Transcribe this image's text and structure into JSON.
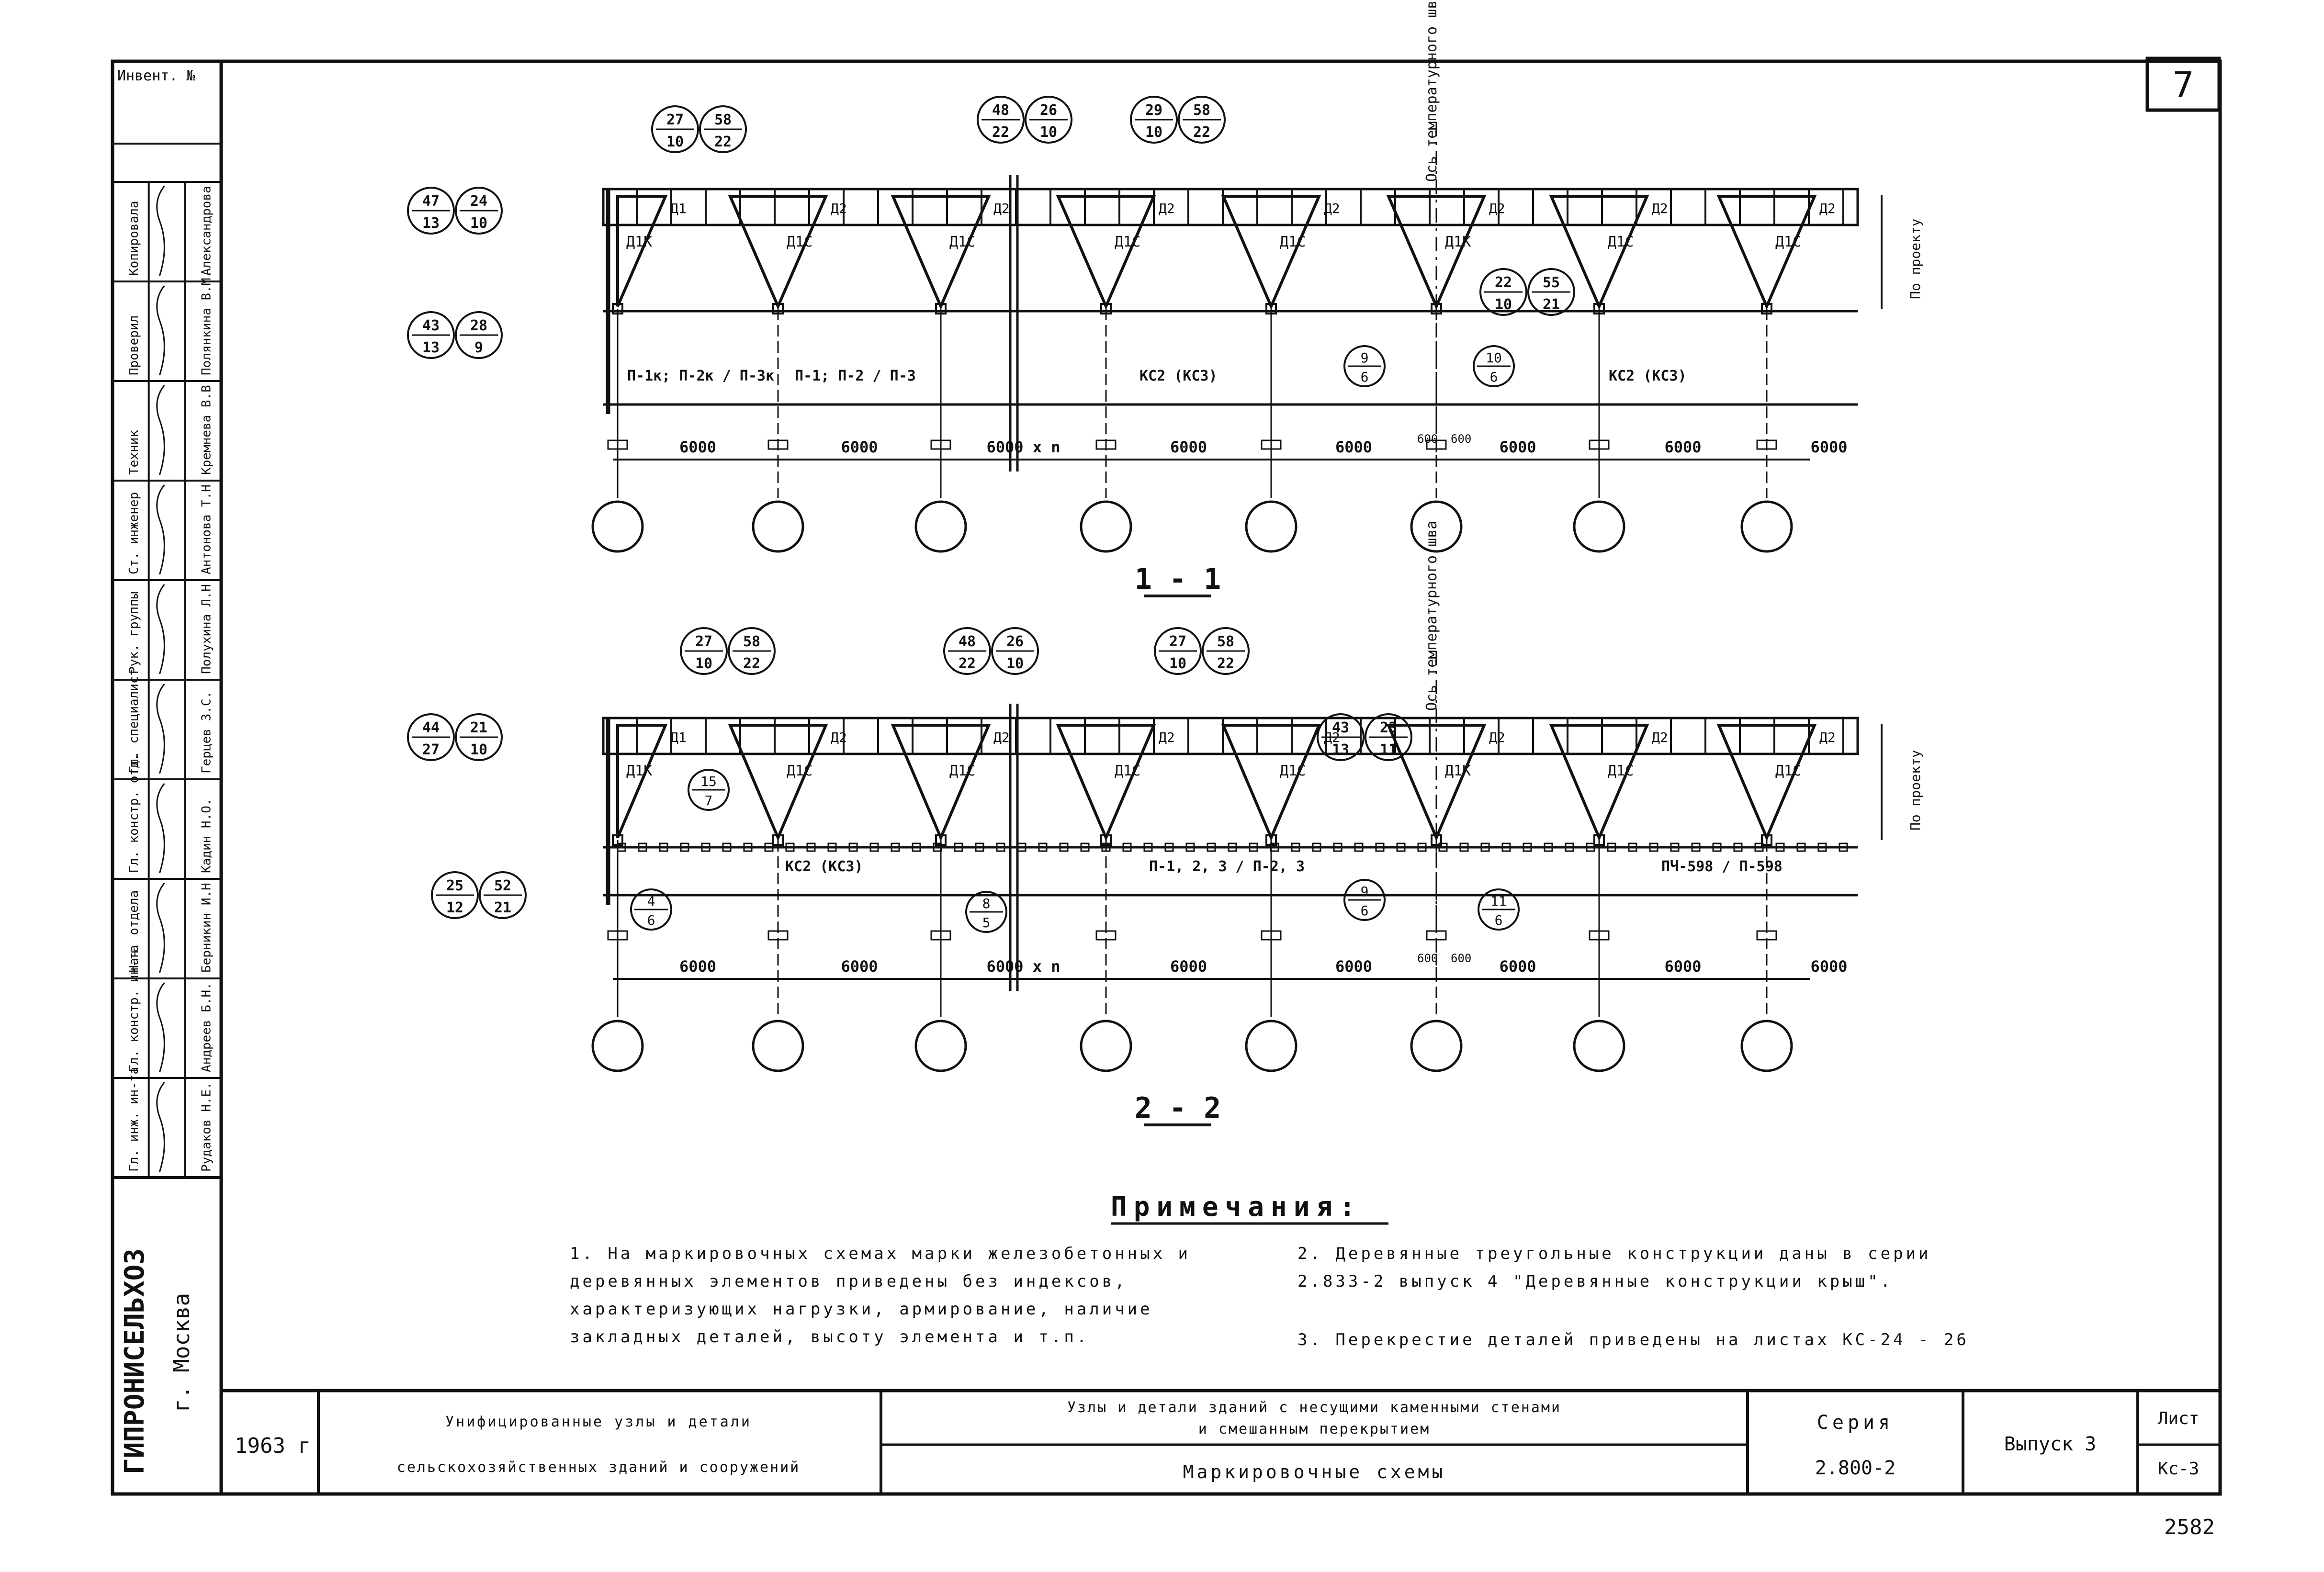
{
  "sheet_number": "7",
  "inventory_label": "Инвент. №",
  "organization": {
    "name": "ГИПРОНИСЕЛЬХОЗ",
    "city": "г. Москва"
  },
  "year": "1963 г",
  "stamp_roles": [
    {
      "role": "Гл. инж. ин-та",
      "surname": "Рудаков",
      "initials": "Н.Е."
    },
    {
      "role": "Гл. констр. ин-та",
      "surname": "Андреев",
      "initials": "Б.Н."
    },
    {
      "role": "Нач. отдела",
      "surname": "Берникин",
      "initials": "И.Н."
    },
    {
      "role": "Гл. констр. отд.",
      "surname": "Кадин",
      "initials": "Н.О."
    },
    {
      "role": "Гл. специалист",
      "surname": "Герцев",
      "initials": "З.С."
    },
    {
      "role": "Рук. группы",
      "surname": "Полухина",
      "initials": "Л.Н."
    },
    {
      "role": "Ст. инженер",
      "surname": "Антонова",
      "initials": "Т.Н."
    },
    {
      "role": "Техник",
      "surname": "Кремнева",
      "initials": "В.В."
    },
    {
      "role": "Проверил",
      "surname": "Полянкина",
      "initials": "В.М."
    },
    {
      "role": "Копировала",
      "surname": "Александрова",
      "initials": ""
    }
  ],
  "title_block": {
    "col1_line1": "Унифицированные узлы и детали",
    "col1_line2": "сельскохозяйственных зданий и сооружений",
    "col2_line1": "Узлы и детали зданий с несущими каменными стенами",
    "col2_line2": "и смешанным перекрытием",
    "sheet_title": "Маркировочные схемы",
    "series_label": "Серия",
    "series_value": "2.800-2",
    "issue": "Выпуск 3",
    "list_label": "Лист",
    "list_value": "Кс-3"
  },
  "sections": [
    {
      "cut_label": "1 - 1",
      "temp_joint_label": "Ось температурного шва",
      "height_label": "По проекту",
      "spans": [
        "6000",
        "6000",
        "6000 x n",
        "6000",
        "6000",
        "6000",
        "6000",
        "6000"
      ],
      "joint_dims": [
        "600",
        "600"
      ],
      "truss_labels": [
        "Д1К",
        "Д1С",
        "Д1С",
        "Д1С",
        "Д1С",
        "Д1К",
        "Д1С",
        "Д1С"
      ],
      "beam_labels": [
        "Д1",
        "Д2",
        "Д2",
        "Д2",
        "Д2",
        "Д2",
        "Д2",
        "Д2"
      ],
      "callouts": [
        {
          "top": "27",
          "bottom": "10"
        },
        {
          "top": "58",
          "bottom": "22"
        },
        {
          "top": "48",
          "bottom": "22"
        },
        {
          "top": "26",
          "bottom": "10"
        },
        {
          "top": "29",
          "bottom": "10"
        },
        {
          "top": "58",
          "bottom": "22"
        },
        {
          "top": "47",
          "bottom": "13"
        },
        {
          "top": "24",
          "bottom": "10"
        },
        {
          "top": "43",
          "bottom": "13"
        },
        {
          "top": "28",
          "bottom": "9"
        },
        {
          "top": "22",
          "bottom": "10"
        },
        {
          "top": "55",
          "bottom": "21"
        }
      ],
      "detail_marks": [
        {
          "top": "9",
          "bottom": "6"
        },
        {
          "top": "10",
          "bottom": "6"
        }
      ],
      "panel_labels": [
        "П-1к; П-2к / П-3к",
        "П-1; П-2 / П-3",
        "КС2 (КС3)",
        "КС2 (КС3)"
      ]
    },
    {
      "cut_label": "2 - 2",
      "temp_joint_label": "Ось температурного шва",
      "height_label": "По проекту",
      "spans": [
        "6000",
        "6000",
        "6000 x n",
        "6000",
        "6000",
        "6000",
        "6000",
        "6000"
      ],
      "joint_dims": [
        "600",
        "600"
      ],
      "truss_labels": [
        "Д1К",
        "Д1С",
        "Д1С",
        "Д1С",
        "Д1С",
        "Д1К",
        "Д1С",
        "Д1С"
      ],
      "beam_labels": [
        "Д1",
        "Д2",
        "Д2",
        "Д2",
        "Д2",
        "Д2",
        "Д2",
        "Д2"
      ],
      "callouts": [
        {
          "top": "27",
          "bottom": "10"
        },
        {
          "top": "58",
          "bottom": "22"
        },
        {
          "top": "48",
          "bottom": "22"
        },
        {
          "top": "26",
          "bottom": "10"
        },
        {
          "top": "27",
          "bottom": "10"
        },
        {
          "top": "58",
          "bottom": "22"
        },
        {
          "top": "43",
          "bottom": "13"
        },
        {
          "top": "23",
          "bottom": "11"
        },
        {
          "top": "44",
          "bottom": "27"
        },
        {
          "top": "21",
          "bottom": "10"
        },
        {
          "top": "25",
          "bottom": "12"
        },
        {
          "top": "52",
          "bottom": "21"
        }
      ],
      "detail_marks": [
        {
          "top": "15",
          "bottom": "7"
        },
        {
          "top": "4",
          "bottom": "6"
        },
        {
          "top": "8",
          "bottom": "5"
        },
        {
          "top": "9",
          "bottom": "6"
        },
        {
          "top": "11",
          "bottom": "6"
        }
      ],
      "panel_labels": [
        "КС2 (КС3)",
        "П-1, 2, 3 / П-2, 3",
        "ПЧ-598 / П-598"
      ]
    }
  ],
  "notes_title": "Примечания:",
  "notes": [
    "1. На маркировочных схемах марки железобетонных и деревянных элементов приведены без индексов, характеризующих нагрузки, армирование, наличие закладных деталей, высоту элемента и т.п.",
    "2. Деревянные треугольные конструкции даны в серии 2.833-2 выпуск 4 \"Деревянные конструкции крыш\".",
    "3. Перекрестие деталей приведены на листах КС-24 - 26"
  ],
  "bottom_stamp": "2582"
}
